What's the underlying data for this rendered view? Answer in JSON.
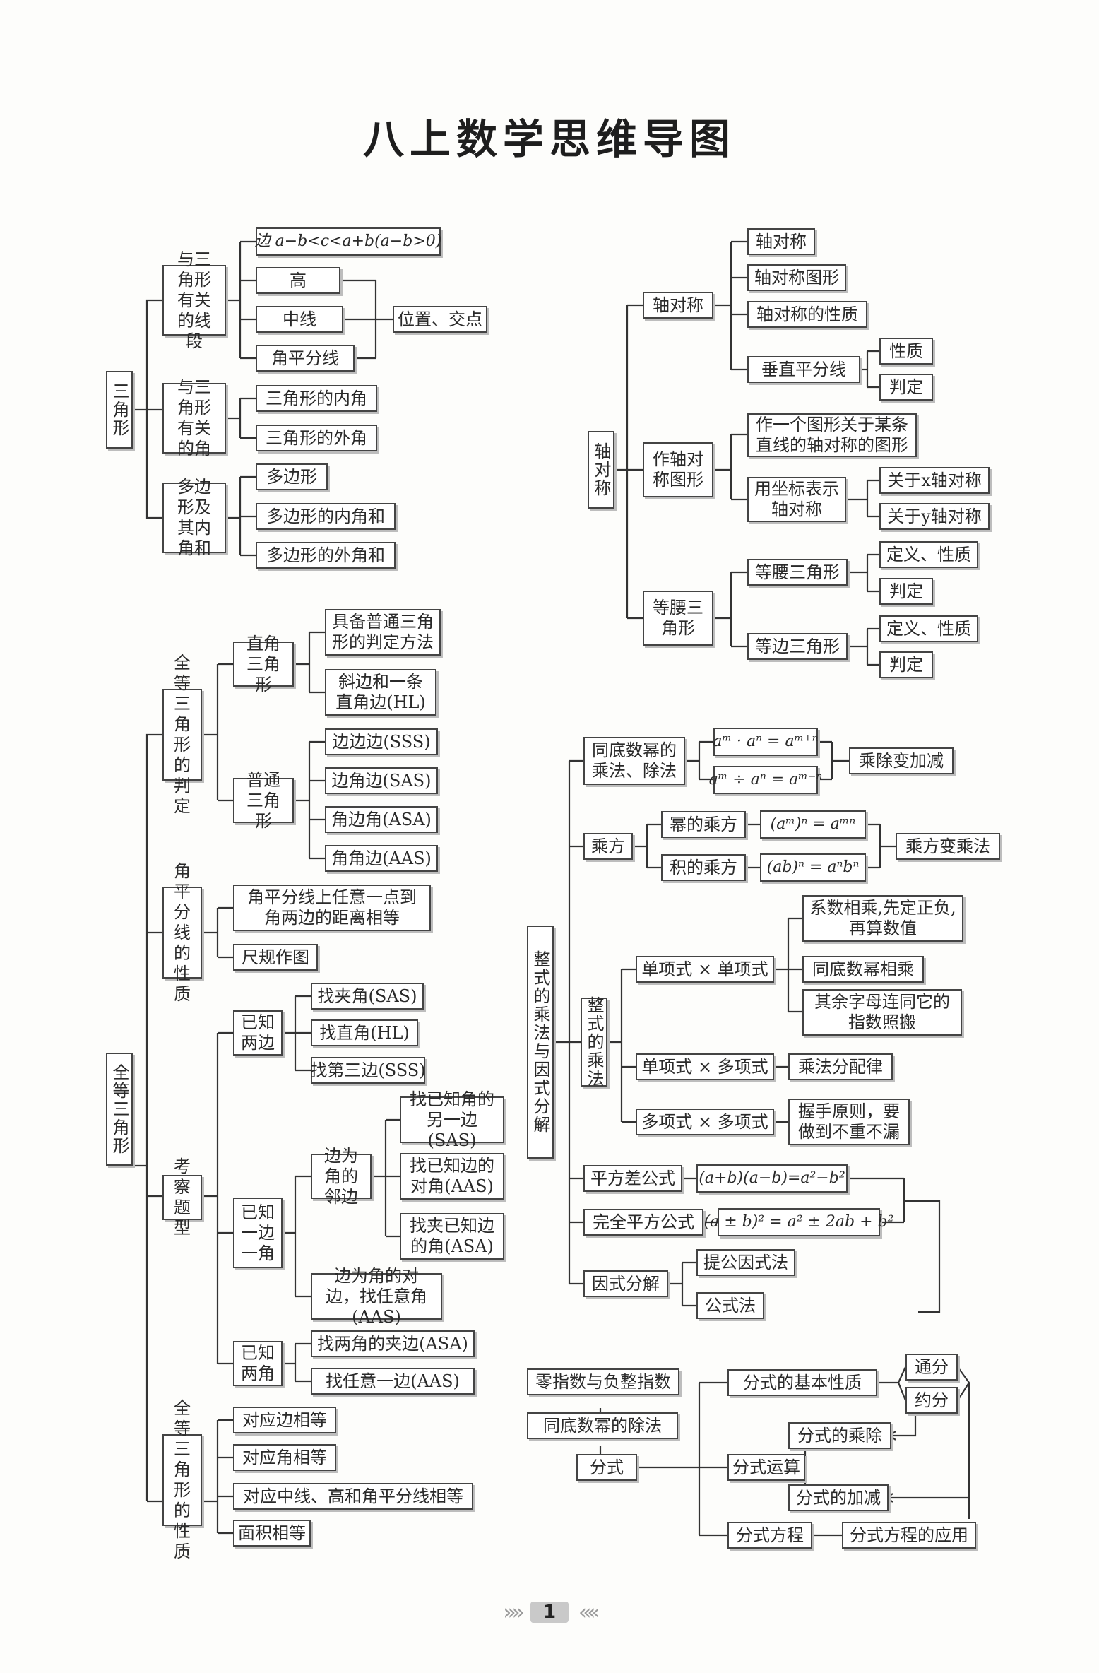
{
  "title": "八上数学思维导图",
  "page_number": "1",
  "pager_icons": [
    "double-chevron-right-icon",
    "double-chevron-left-icon"
  ],
  "nodes": {
    "tri": "三角形",
    "tri_seg": "与三角形有关的线段",
    "side_ineq": "边 a−b<c<a+b(a−b>0)",
    "gao": "高",
    "zx": "中线",
    "jpfx": "角平分线",
    "wzjd": "位置、交点",
    "tri_ang": "与三角形有关的角",
    "nj": "三角形的内角",
    "wj": "三角形的外角",
    "dbx_g": "多边形及其内角和",
    "dbx": "多边形",
    "dbx_nj": "多边形的内角和",
    "dbx_wj": "多边形的外角和",
    "zdcc": "轴对称",
    "zdc": "轴对称",
    "zdc1": "轴对称",
    "zdctx": "轴对称图形",
    "zdcxz": "轴对称的性质",
    "czpfx": "垂直平分线",
    "xz1": "性质",
    "pd1": "判定",
    "zzdctx": "作轴对称图形",
    "zygtx": "作一个图形关于某条直线的轴对称的图形",
    "yzb": "用坐标表示轴对称",
    "gyx": "关于x轴对称",
    "gyy": "关于y轴对称",
    "dysjx_g": "等腰三角形",
    "dysjx": "等腰三角形",
    "dyxz1": "定义、性质",
    "pd2": "判定",
    "dbsjx": "等边三角形",
    "dyxz2": "定义、性质",
    "pd3": "判定",
    "qd": "全等三角形",
    "qdpd": "全等三角形的判定",
    "zjsjx": "直角三角形",
    "jbpt": "具备普通三角形的判定方法",
    "hl": "斜边和一条直角边(HL)",
    "ptsjx": "普通三角形",
    "sss": "边边边(SSS)",
    "sas": "边角边(SAS)",
    "asa": "角边角(ASA)",
    "aas": "角角边(AAS)",
    "jpfxxz": "角平分线的性质",
    "jpfx_r": "角平分线上任意一点到角两边的距离相等",
    "cgzt": "尺规作图",
    "kctx": "考察题型",
    "yzlb": "已知两边",
    "zjj": "找夹角(SAS)",
    "zzj": "找直角(HL)",
    "zdsb": "找第三边(SSS)",
    "yzybyj": "已知一边一角",
    "bwjlb": "边为角的邻边",
    "yzjlyb": "找已知角的另一边(SAS)",
    "yzbdj": "找已知边的对角(AAS)",
    "zjyzb": "找夹已知边的角(ASA)",
    "bwjdb": "边为角的对边，找任意角(AAS)",
    "yzlj": "已知两角",
    "zljjb": "找两角的夹边(ASA)",
    "zryyb": "找任意一边(AAS)",
    "qdxz": "全等三角形的性质",
    "dybxd": "对应边相等",
    "dyjxd": "对应角相等",
    "dyzx": "对应中线、高和角平分线相等",
    "mjxd": "面积相等",
    "zscf": "整式的乘法与因式分解",
    "tdmcc": "同底数幂的乘法、除法",
    "mul_rule": "aᵐ · aⁿ = aᵐ⁺ⁿ",
    "div_rule": "aᵐ ÷ aⁿ = aᵐ⁻ⁿ",
    "ccbjj": "乘除变加减",
    "cf": "乘方",
    "mdcf": "幂的乘方",
    "mcf_rule": "(aᵐ)ⁿ = aᵐⁿ",
    "jdcf": "积的乘方",
    "jcf_rule": "(ab)ⁿ = aⁿbⁿ",
    "cfbcf": "乘方变乘法",
    "zsdcf": "整式的乘法",
    "dxsdxs": "单项式 × 单项式",
    "xsxc": "系数相乘,先定正负,再算数值",
    "tdmxc": "同底数幂相乘",
    "qyzm": "其余字母连同它的指数照搬",
    "dxsdxs2": "单项式 × 多项式",
    "cffpl": "乘法分配律",
    "dxsdxs3": "多项式 × 多项式",
    "wsyz": "握手原则，要做到不重不漏",
    "pfc": "平方差公式",
    "pfc_rule": "(a+b)(a−b)=a²−b²",
    "wqpf": "完全平方公式",
    "wqpf_rule": "(a ± b)² = a² ± 2ab + b²",
    "ysfj": "因式分解",
    "tggys": "提公因式法",
    "gsf": "公式法",
    "lzs": "零指数与负整指数",
    "tdmcf": "同底数幂的除法",
    "fs": "分式",
    "fsjbxz": "分式的基本性质",
    "tf": "通分",
    "yf": "约分",
    "fscc": "分式的乘除",
    "fsys": "分式运算",
    "fsjj": "分式的加减",
    "fsfc": "分式方程",
    "fsfcyy": "分式方程的应用"
  }
}
